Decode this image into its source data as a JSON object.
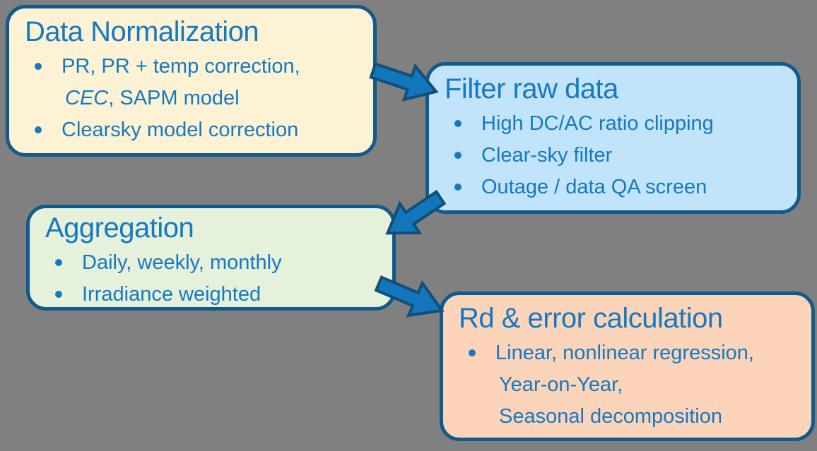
{
  "background": "#808080",
  "palette": {
    "box_border": "#115A8C",
    "text": "#1579C2",
    "arrow_fill": "#1176BC",
    "arrow_outline": "#134E78"
  },
  "boxes": [
    {
      "id": "data-normalization",
      "title": "Data Normalization",
      "fill": "#FDF2D3",
      "bullets": [
        {
          "lines": [
            [
              {
                "t": "PR, PR + temp correction,"
              }
            ],
            [
              {
                "t": "CEC",
                "italic": true
              },
              {
                "t": ", SAPM model"
              }
            ]
          ]
        },
        {
          "lines": [
            [
              {
                "t": "Clearsky model correction"
              }
            ]
          ]
        }
      ]
    },
    {
      "id": "filter-raw-data",
      "title": "Filter raw data",
      "fill": "#C2E4FA",
      "bullets": [
        {
          "lines": [
            [
              {
                "t": "High DC/AC ratio clipping"
              }
            ]
          ]
        },
        {
          "lines": [
            [
              {
                "t": "Clear-sky filter"
              }
            ]
          ]
        },
        {
          "lines": [
            [
              {
                "t": "Outage / data QA screen"
              }
            ]
          ]
        }
      ]
    },
    {
      "id": "aggregation",
      "title": "Aggregation",
      "fill": "#E5F1DA",
      "bullets": [
        {
          "lines": [
            [
              {
                "t": "Daily, weekly, monthly"
              }
            ]
          ]
        },
        {
          "lines": [
            [
              {
                "t": "Irradiance weighted"
              }
            ]
          ]
        }
      ]
    },
    {
      "id": "rd-error-calculation",
      "title": "Rd & error calculation",
      "fill": "#FBD4B9",
      "bullets": [
        {
          "lines": [
            [
              {
                "t": "Linear, nonlinear regression,"
              }
            ],
            [
              {
                "t": "Year-on-Year,"
              }
            ],
            [
              {
                "t": "Seasonal decomposition"
              }
            ]
          ]
        }
      ]
    }
  ],
  "arrows": [
    {
      "name": "arrow-normalization-to-filter",
      "from": "data-normalization",
      "to": "filter-raw-data"
    },
    {
      "name": "arrow-filter-to-aggregation",
      "from": "filter-raw-data",
      "to": "aggregation"
    },
    {
      "name": "arrow-aggregation-to-rd",
      "from": "aggregation",
      "to": "rd-error-calculation"
    }
  ]
}
